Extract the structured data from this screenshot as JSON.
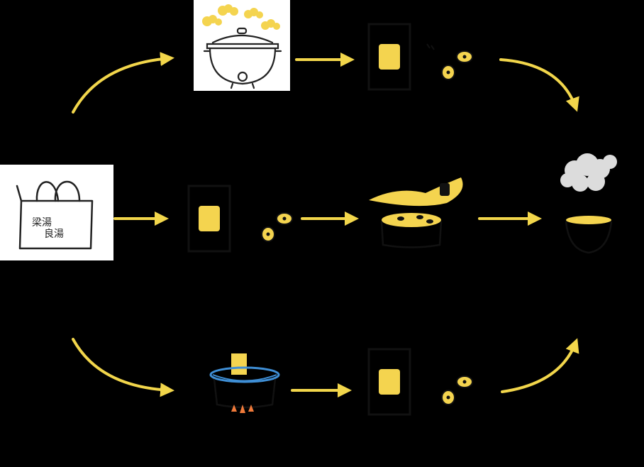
{
  "diagram": {
    "bag_brand_text": "梁湯",
    "bag_brand_text_2": "良湯",
    "colors": {
      "background": "#000000",
      "arrow": "#f2d64b",
      "accent_fill": "#f4d44f",
      "water": "#3f8fd6",
      "flame": "#f07a3a",
      "steam_grey": "#dcdcdc",
      "card": "#ffffff"
    },
    "nodes": [
      {
        "id": "bag",
        "icon": "shopping-bag-icon"
      },
      {
        "id": "rice-cooker",
        "icon": "rice-cooker-icon"
      },
      {
        "id": "pouch-1",
        "icon": "pouch-with-coins-icon"
      },
      {
        "id": "pouch-2",
        "icon": "pouch-with-coins-icon"
      },
      {
        "id": "hotpot",
        "icon": "hotpot-steam-icon"
      },
      {
        "id": "pouch-3",
        "icon": "pouch-with-coins-icon"
      },
      {
        "id": "stove-pot",
        "icon": "stove-pot-icon"
      },
      {
        "id": "soup-bowl",
        "icon": "soup-bowl-icon"
      }
    ]
  }
}
